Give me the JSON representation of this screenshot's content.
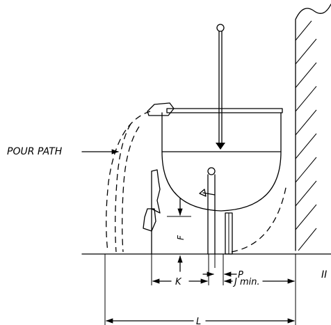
{
  "labels": {
    "pour_path": "POUR PATH",
    "f": "F",
    "k": "K",
    "p": "P",
    "j_min": "J min.",
    "l": "L",
    "cut_edge": "II"
  }
}
